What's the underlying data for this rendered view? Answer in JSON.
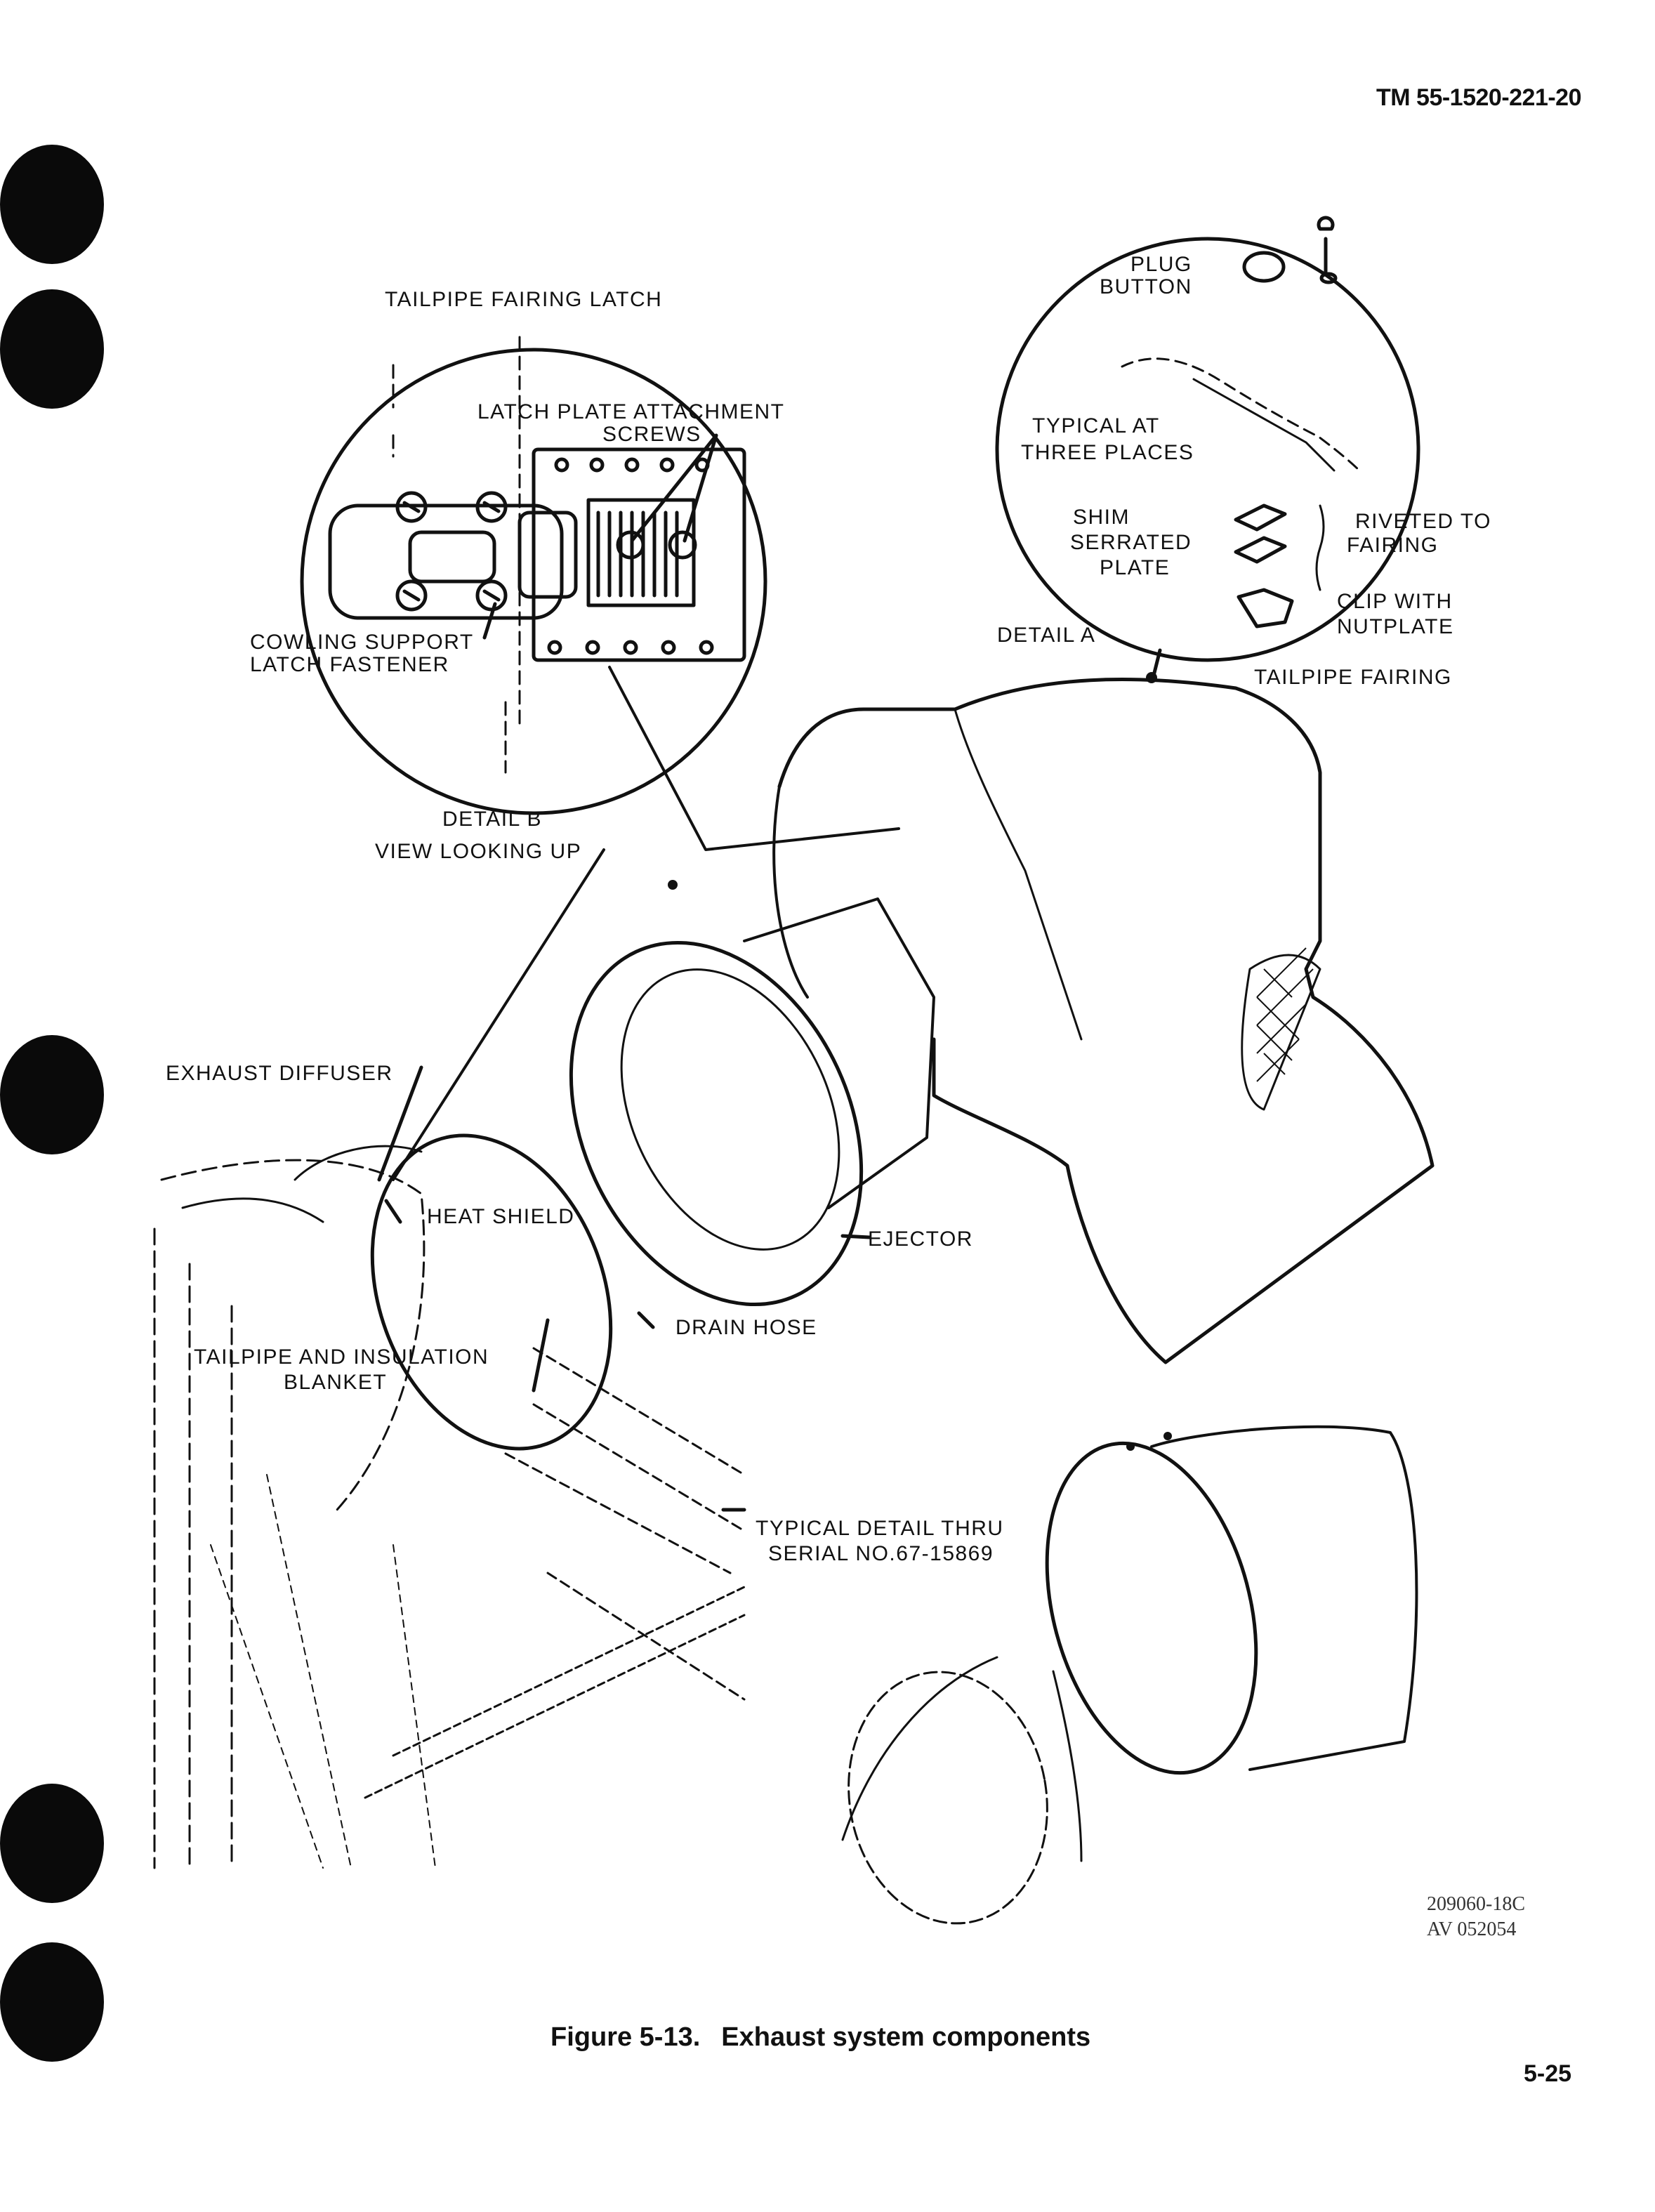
{
  "header": {
    "document_number": "TM 55-1520-221-20"
  },
  "figure": {
    "caption_number": "Figure 5-13.",
    "caption_title": "Exhaust system components",
    "drawing_id_line1": "209060-18C",
    "drawing_id_line2": "AV 052054"
  },
  "callouts": {
    "tailpipe_fairing_latch": "TAILPIPE FAIRING LATCH",
    "latch_plate_attachment_line1": "LATCH PLATE ATTACHMENT",
    "latch_plate_attachment_line2": "SCREWS",
    "cowling_support_line1": "COWLING SUPPORT",
    "cowling_support_line2": "LATCH FASTENER",
    "detail_b_line1": "DETAIL B",
    "detail_b_line2": "VIEW LOOKING UP",
    "plug_button_line1": "PLUG",
    "plug_button_line2": "BUTTON",
    "typical_line1": "TYPICAL AT",
    "typical_line2": "THREE PLACES",
    "shim": "SHIM",
    "serrated_line1": "SERRATED",
    "serrated_line2": "PLATE",
    "riveted_line1": "RIVETED TO",
    "riveted_line2": "FAIRING",
    "clip_line1": "CLIP WITH",
    "clip_line2": "NUTPLATE",
    "detail_a": "DETAIL A",
    "tailpipe_fairing": "TAILPIPE FAIRING",
    "exhaust_diffuser": "EXHAUST DIFFUSER",
    "heat_shield": "HEAT SHIELD",
    "ejector": "EJECTOR",
    "drain_hose": "DRAIN HOSE",
    "tailpipe_insulation_line1": "TAILPIPE AND INSULATION",
    "tailpipe_insulation_line2": "BLANKET",
    "typical_detail_line1": "TYPICAL DETAIL THRU",
    "typical_detail_line2": "SERIAL NO.67-15869"
  },
  "page": {
    "number": "5-25"
  },
  "colors": {
    "ink": "#111111",
    "paper": "#ffffff",
    "punch_hole": "#0a0a0a"
  }
}
